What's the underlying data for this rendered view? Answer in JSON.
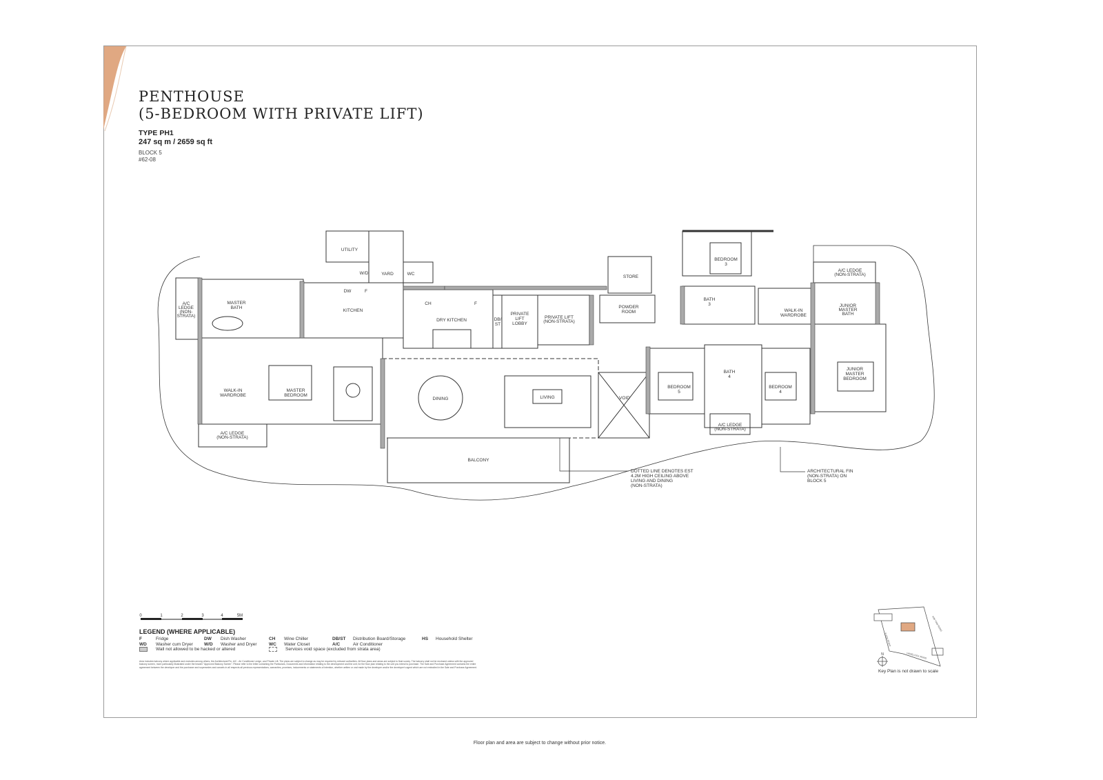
{
  "header": {
    "title_line1": "PENTHOUSE",
    "title_line2": "(5-BEDROOM WITH PRIVATE LIFT)",
    "type": "TYPE PH1",
    "area": "247 sq m / 2659 sq ft",
    "block": "BLOCK 5",
    "unit": "#62-08"
  },
  "colors": {
    "accent": "#e0a882",
    "wall": "#8a8a8a",
    "line": "#333333"
  },
  "rooms": {
    "utility": "UTILITY",
    "yard": "YARD",
    "wc": "WC",
    "wd": "W/D",
    "dw": "DW",
    "f": "F",
    "f2": "F",
    "ch": "CH",
    "master_bath": [
      "MASTER",
      "BATH"
    ],
    "ac_ledge_left": [
      "A/C",
      "LEDGE",
      "(NON-",
      "STRATA)"
    ],
    "kitchen": "KITCHEN",
    "dry_kitchen": "DRY KITCHEN",
    "dbst": [
      "DB/",
      "ST"
    ],
    "lift_lobby": [
      "PRIVATE",
      "LIFT",
      "LOBBY"
    ],
    "private_lift": [
      "PRIVATE LIFT",
      "(NON-STRATA)"
    ],
    "powder_room": [
      "POWDER",
      "ROOM"
    ],
    "store": "STORE",
    "walk_in_wardrobe": [
      "WALK-IN",
      "WARDROBE"
    ],
    "master_bedroom": [
      "MASTER",
      "BEDROOM"
    ],
    "ac_ledge_bottom": [
      "A/C LEDGE",
      "(NON-STRATA)"
    ],
    "dining": "DINING",
    "living": "LIVING",
    "void": "VOID",
    "balcony": "BALCONY",
    "bedroom3": [
      "BEDROOM",
      "3"
    ],
    "bath3": [
      "BATH",
      "3"
    ],
    "walk_in_wardrobe2": [
      "WALK-IN",
      "WARDROBE"
    ],
    "ac_ledge_top_right": [
      "A/C LEDGE",
      "(NON-STRATA)"
    ],
    "jm_bath": [
      "JUNIOR",
      "MASTER",
      "BATH"
    ],
    "bedroom5": [
      "BEDROOM",
      "5"
    ],
    "bath4": [
      "BATH",
      "4"
    ],
    "ac_ledge_bath4": [
      "A/C LEDGE",
      "(NON-STRATA)"
    ],
    "bedroom4": [
      "BEDROOM",
      "4"
    ],
    "jm_bedroom": [
      "JUNIOR",
      "MASTER",
      "BEDROOM"
    ]
  },
  "callouts": {
    "ceiling": [
      "DOTTED LINE DENOTES EST",
      "4.2M HIGH CEILING ABOVE",
      "LIVING AND DINING",
      "(NON-STRATA)"
    ],
    "fin": [
      "ARCHITECTURAL FIN",
      "(NON-STRATA) ON",
      "BLOCK 5"
    ]
  },
  "scale": {
    "ticks": [
      "0",
      "1",
      "2",
      "3",
      "4",
      "5M"
    ]
  },
  "legend": {
    "title": "LEGEND (WHERE APPLICABLE)",
    "items": [
      {
        "code": "F",
        "label": "Fridge"
      },
      {
        "code": "DW",
        "label": "Dish Washer"
      },
      {
        "code": "CH",
        "label": "Wine Chiller"
      },
      {
        "code": "DB/ST",
        "label": "Distribution Board/Storage"
      },
      {
        "code": "HS",
        "label": "Household Shelter"
      },
      {
        "code": "WD",
        "label": "Washer cum Dryer"
      },
      {
        "code": "W/D",
        "label": "Washer and Dryer"
      },
      {
        "code": "WC",
        "label": "Water Closet"
      },
      {
        "code": "A/C",
        "label": "Air Conditioner"
      }
    ],
    "wall_note": "Wall not allowed to be hacked or altered",
    "void_note": "Services void space (excluded from strata area)"
  },
  "disclaimer": "Area includes balcony where applicable and excludes among others, the Architectural Fin, A/C - Air Conditioner Ledge, and Private Lift. The plans are subject to change as may be required by relevant authorities. All floor plans and areas are subject to final survey. The balcony shall not be enclosed unless with the approved balcony screen, more particularly illustrated under the header \"Approved Balcony Screen\". Please refer to the letter containing the Particulars, Documents and Information relating to the development and the unit, for the floor plan relating to the unit you intend to purchase. The Sale and Purchase Agreement contains the entire agreement between the developer and the purchaser and supersedes and cancels in all respects all previous representations, warranties, promises, inducements or statements of intention, whether written or oral made by the developer and/or the developer's agent which are not embodied in the Sale and Purchase Agreement.",
  "key_plan": {
    "roads": [
      "EVON ROAD",
      "KIM YAM ROAD",
      "HAVELOCK ROAD"
    ],
    "north": "N",
    "note": "Key Plan is not drawn to scale"
  },
  "footer": "Floor plan and area are subject to change without prior notice."
}
